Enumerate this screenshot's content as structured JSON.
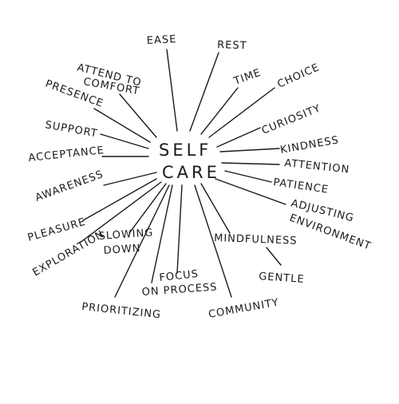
{
  "center": {
    "line1": "SELF",
    "line2": "CARE"
  },
  "words": [
    "EASE",
    "REST",
    "ATTEND TO",
    "COMFORT",
    "TIME",
    "CHOICE",
    "PRESENCE",
    "CURIOSITY",
    "SUPPORT",
    "KINDNESS",
    "ACCEPTANCE",
    "ATTENTION",
    "PATIENCE",
    "AWARENESS",
    "ADJUSTING",
    "ENVIRONMENT",
    "PLEASURE",
    "SLOWING",
    "DOWN",
    "MINDFULNESS",
    "EXPLORATION",
    "GENTLE",
    "FOCUS",
    "ON PROCESS",
    "PRIORITIZING",
    "COMMUNITY"
  ]
}
